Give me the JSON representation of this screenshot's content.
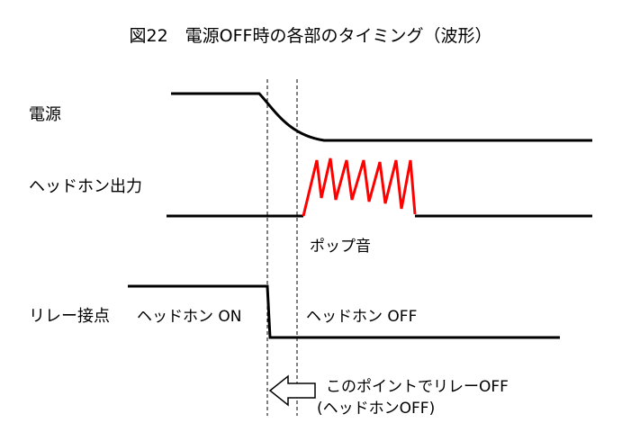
{
  "title": "図22　電源OFF時の各部のタイミング（波形）",
  "signals": {
    "power": "電源",
    "headphone_output": "ヘッドホン出力",
    "relay_contact": "リレー接点"
  },
  "annotations": {
    "pop_noise": "ポップ音",
    "relay_state_on": "ヘッドホン ON",
    "relay_state_off": "ヘッドホン OFF",
    "arrow_note_line1": "このポイントでリレーOFF",
    "arrow_note_line2": "(ヘッドホンOFF)"
  },
  "colors": {
    "waveform": "#000000",
    "pop_noise": "#ff0000",
    "guide_line": "#000000"
  }
}
